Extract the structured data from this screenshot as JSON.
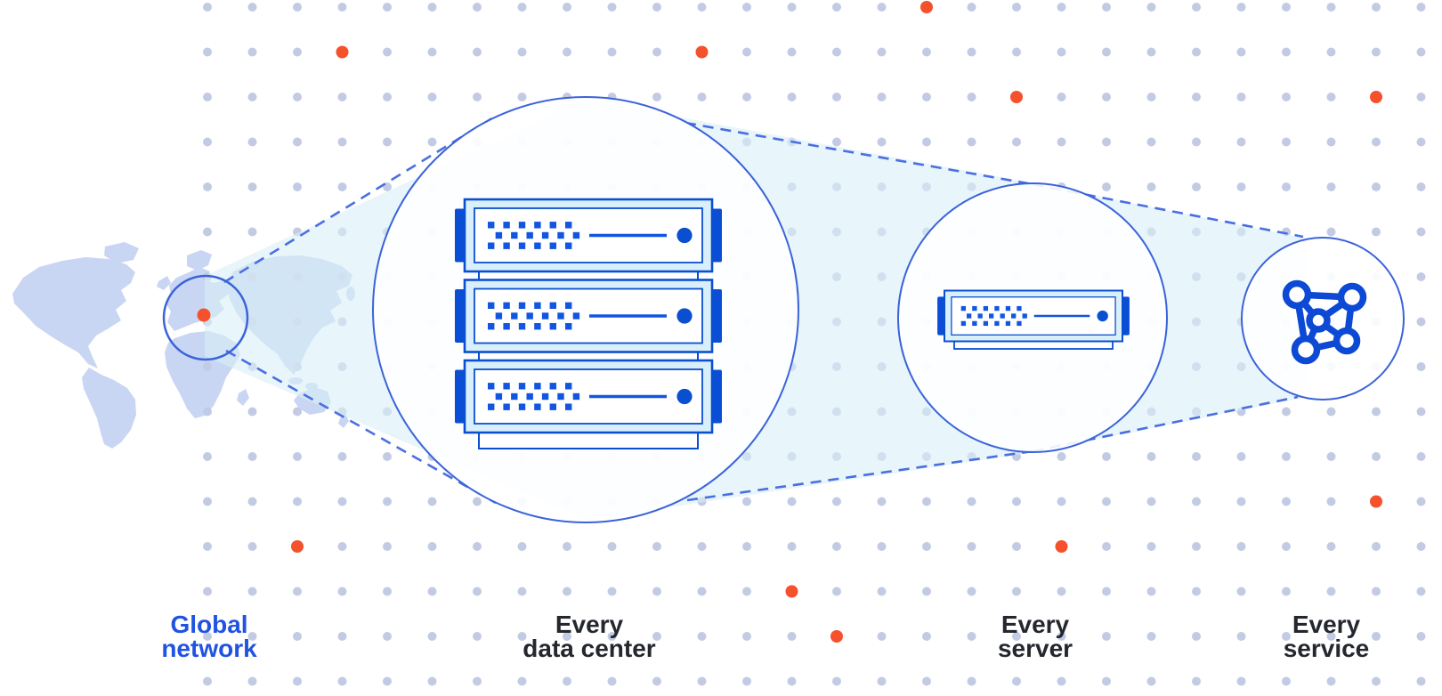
{
  "labels": {
    "global_network": {
      "line1": "Global",
      "line2": "network"
    },
    "data_center": {
      "line1": "Every",
      "line2": "data center"
    },
    "server": {
      "line1": "Every",
      "line2": "server"
    },
    "service": {
      "line1": "Every",
      "line2": "service"
    }
  },
  "icons": {
    "world_map": "world-map",
    "location_dot": "location-dot",
    "server_rack": "server-rack",
    "network_mesh": "network-mesh"
  },
  "colors": {
    "background": "#ffffff",
    "map_fill": "#c9d6f3",
    "grid_dot": "#c2cbe3",
    "accent_orange": "#f4512c",
    "cone_fill": "#d8eef6",
    "circle_stroke": "#3b63da",
    "dash_stroke": "#4a6fe0",
    "server_border": "#0a4fd0",
    "server_fill": "#d9effb",
    "server_dark": "#0b4ed6",
    "server_detail": "#1155e0",
    "mesh_blue": "#0c49d4",
    "label_blue": "#2153e3",
    "label_dark": "#24272e"
  }
}
